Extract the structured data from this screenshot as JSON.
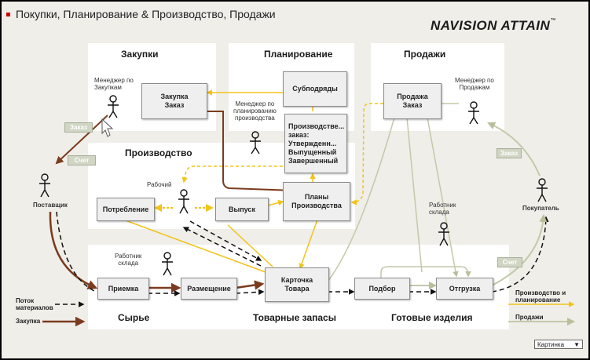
{
  "title": "Покупки, Планирование & Производство, Продажи",
  "logo": "NAVISION ATTAIN",
  "logo_mark": "™",
  "panels": {
    "purchase": "Закупки",
    "planning": "Планирование",
    "sales": "Продажи",
    "production": "Производство"
  },
  "boxes": {
    "purchase_order": "Закупка\nЗаказ",
    "subcontracting": "Субподряды",
    "sales_order": "Продажа\nЗаказ",
    "production_orders": [
      "Производстве...",
      "заказ:",
      "Утвержденн...",
      "Выпущенный",
      "Завершенный"
    ],
    "production_plans": "Планы\nПроизводства",
    "consumption": "Потребление",
    "output": "Выпуск",
    "item_card": "Карточка\nТовара",
    "receipt": "Приемка",
    "putaway": "Размещение",
    "pick": "Подбор",
    "shipment": "Отгрузка"
  },
  "labels": {
    "purchase_manager": "Менеджер по\nЗакупкам",
    "planning_manager": "Менеджер по\nпланированию\nпроизводства",
    "sales_manager": "Менеджер по\nПродажам",
    "worker": "Рабочий",
    "warehouse_worker_left": "Работник\nсклада",
    "warehouse_worker_right": "Работник\nсклада",
    "supplier": "Поставщик",
    "customer": "Покупатель"
  },
  "tags": {
    "order_left": "Заказ",
    "invoice_left": "Счет",
    "order_right": "Заказ",
    "invoice_right": "Счет"
  },
  "sections": {
    "raw": "Сырье",
    "stock": "Товарные запасы",
    "finished": "Готовые изделия"
  },
  "legend": {
    "material_flow": "Поток\nматериалов",
    "purchasing": "Закупка",
    "production_planning": "Производство и\nпланирование",
    "sales": "Продажи"
  },
  "dropdown": {
    "value": "Картинка"
  },
  "colors": {
    "purchase_arrow": "#7b3b1e",
    "planning_arrow": "#f2c31a",
    "sales_arrow": "#c4c9a9",
    "material_arrow": "#111111"
  }
}
